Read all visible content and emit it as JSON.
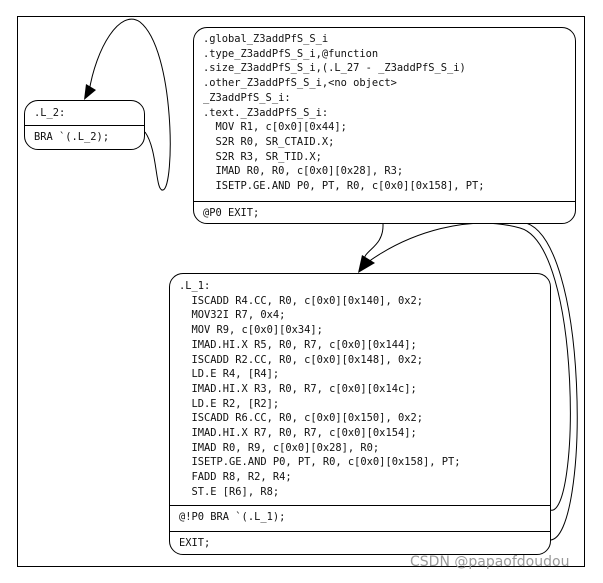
{
  "nodes": {
    "l2": {
      "body": [
        ".L_2:"
      ],
      "footer": [
        "BRA `(.L_2);"
      ]
    },
    "entry": {
      "body": [
        ".global_Z3addPfS_S_i",
        ".type_Z3addPfS_S_i,@function",
        ".size_Z3addPfS_S_i,(.L_27 - _Z3addPfS_S_i)",
        ".other_Z3addPfS_S_i,<no object>",
        "_Z3addPfS_S_i:",
        ".text._Z3addPfS_S_i:",
        "  MOV R1, c[0x0][0x44];",
        "  S2R R0, SR_CTAID.X;",
        "  S2R R3, SR_TID.X;",
        "  IMAD R0, R0, c[0x0][0x28], R3;",
        "  ISETP.GE.AND P0, PT, R0, c[0x0][0x158], PT;"
      ],
      "footer": [
        "@P0 EXIT;"
      ]
    },
    "l1": {
      "body": [
        ".L_1:",
        "  ISCADD R4.CC, R0, c[0x0][0x140], 0x2;",
        "  MOV32I R7, 0x4;",
        "  MOV R9, c[0x0][0x34];",
        "  IMAD.HI.X R5, R0, R7, c[0x0][0x144];",
        "  ISCADD R2.CC, R0, c[0x0][0x148], 0x2;",
        "  LD.E R4, [R4];",
        "  IMAD.HI.X R3, R0, R7, c[0x0][0x14c];",
        "  LD.E R2, [R2];",
        "  ISCADD R6.CC, R0, c[0x0][0x150], 0x2;",
        "  IMAD.HI.X R7, R0, R7, c[0x0][0x154];",
        "  IMAD R0, R9, c[0x0][0x28], R0;",
        "  ISETP.GE.AND P0, PT, R0, c[0x0][0x158], PT;",
        "  FADD R8, R2, R4;",
        "  ST.E [R6], R8;"
      ],
      "middle": [
        "@!P0 BRA `(.L_1);"
      ],
      "footer": [
        "EXIT;"
      ]
    }
  },
  "watermark": "CSDN @papaofdoudou"
}
